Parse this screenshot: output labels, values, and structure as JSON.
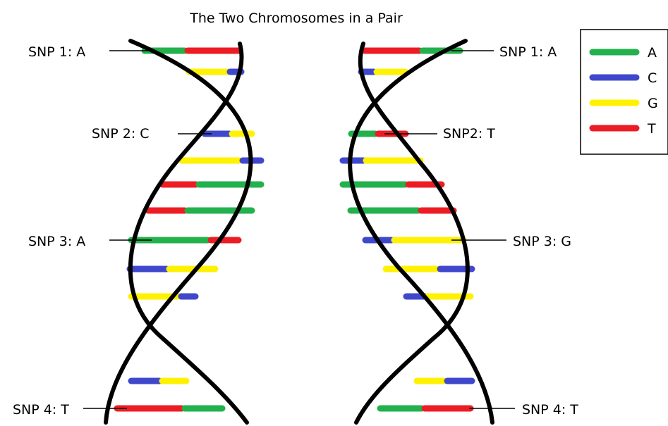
{
  "title": "The Two Chromosomes in a Pair",
  "colors": {
    "A": "#22b14c",
    "C": "#3f48cc",
    "G": "#fff200",
    "T": "#ed1c24",
    "strand": "#000000"
  },
  "legend": [
    {
      "base": "A",
      "label": "A"
    },
    {
      "base": "C",
      "label": "C"
    },
    {
      "base": "G",
      "label": "G"
    },
    {
      "base": "T",
      "label": "T"
    }
  ],
  "chromosomes": [
    {
      "id": "left",
      "snps": [
        {
          "label": "SNP 1: A",
          "base": "A"
        },
        {
          "label": "SNP 2: C",
          "base": "C"
        },
        {
          "label": "SNP 3: A",
          "base": "A"
        },
        {
          "label": "SNP 4: T",
          "base": "T"
        }
      ],
      "rungs": [
        [
          "A",
          "T"
        ],
        [
          "G",
          "C"
        ],
        [
          "C",
          "G"
        ],
        [
          "G",
          "C"
        ],
        [
          "T",
          "A"
        ],
        [
          "T",
          "A"
        ],
        [
          "A",
          "T"
        ],
        [
          "C",
          "G"
        ],
        [
          "G",
          "C"
        ],
        [
          "C",
          "G"
        ],
        [
          "T",
          "A"
        ]
      ]
    },
    {
      "id": "right",
      "snps": [
        {
          "label": "SNP 1: A",
          "base": "A"
        },
        {
          "label": "SNP2: T",
          "base": "T"
        },
        {
          "label": "SNP 3: G",
          "base": "G"
        },
        {
          "label": "SNP 4: T",
          "base": "T"
        }
      ],
      "rungs": [
        [
          "T",
          "A"
        ],
        [
          "C",
          "G"
        ],
        [
          "A",
          "T"
        ],
        [
          "C",
          "G"
        ],
        [
          "A",
          "T"
        ],
        [
          "A",
          "T"
        ],
        [
          "C",
          "G"
        ],
        [
          "G",
          "C"
        ],
        [
          "C",
          "G"
        ],
        [
          "G",
          "C"
        ],
        [
          "A",
          "T"
        ]
      ]
    }
  ]
}
